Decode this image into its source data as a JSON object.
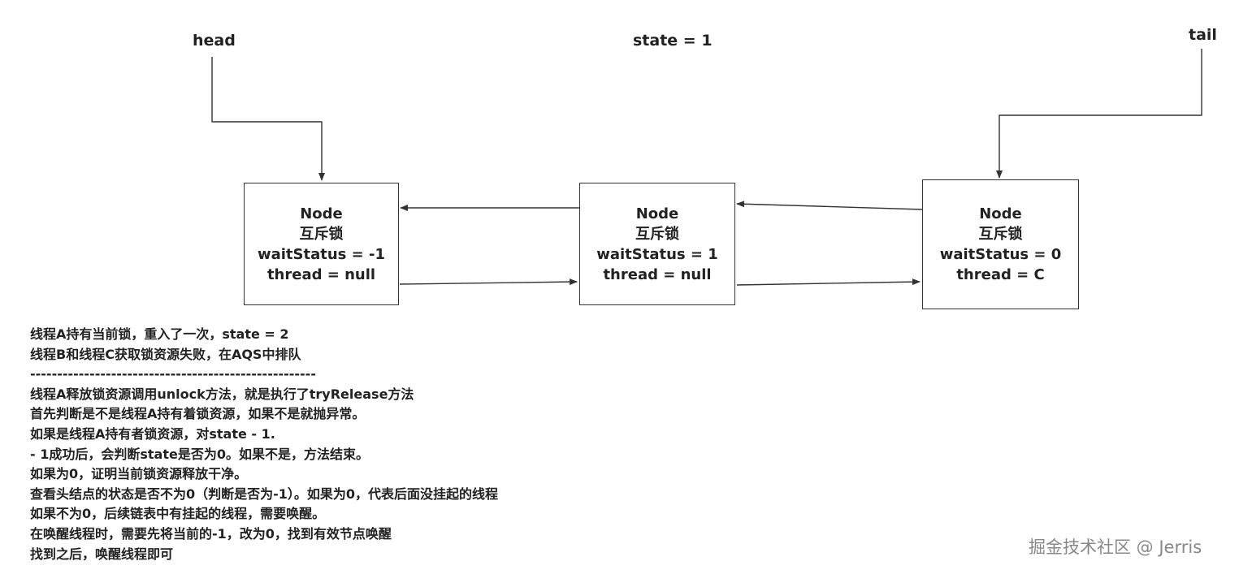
{
  "labels": {
    "head": "head",
    "state": "state = 1",
    "tail": "tail"
  },
  "nodes": [
    {
      "title": "Node",
      "type": "互斥锁",
      "wait_status": "waitStatus = -1",
      "thread": "thread = null"
    },
    {
      "title": "Node",
      "type": "互斥锁",
      "wait_status": "waitStatus = 1",
      "thread": "thread = null"
    },
    {
      "title": "Node",
      "type": "互斥锁",
      "wait_status": "waitStatus = 0",
      "thread": "thread = C"
    }
  ],
  "notes": [
    "线程A持有当前锁，重入了一次，state = 2",
    "线程B和线程C获取锁资源失败，在AQS中排队",
    "-----------------------------------------------------",
    "线程A释放锁资源调用unlock方法，就是执行了tryRelease方法",
    "首先判断是不是线程A持有着锁资源，如果不是就抛异常。",
    "如果是线程A持有者锁资源，对state - 1.",
    "- 1成功后，会判断state是否为0。如果不是，方法结束。",
    "如果为0，证明当前锁资源释放干净。",
    "查看头结点的状态是否不为0（判断是否为-1）。如果为0，代表后面没挂起的线程",
    "如果不为0，后续链表中有挂起的线程，需要唤醒。",
    "在唤醒线程时，需要先将当前的-1，改为0，找到有效节点唤醒",
    "找到之后，唤醒线程即可"
  ],
  "watermark": "掘金技术社区 @ Jerris",
  "colors": {
    "line": "#333333",
    "text": "#222222",
    "watermark": "#888888"
  }
}
